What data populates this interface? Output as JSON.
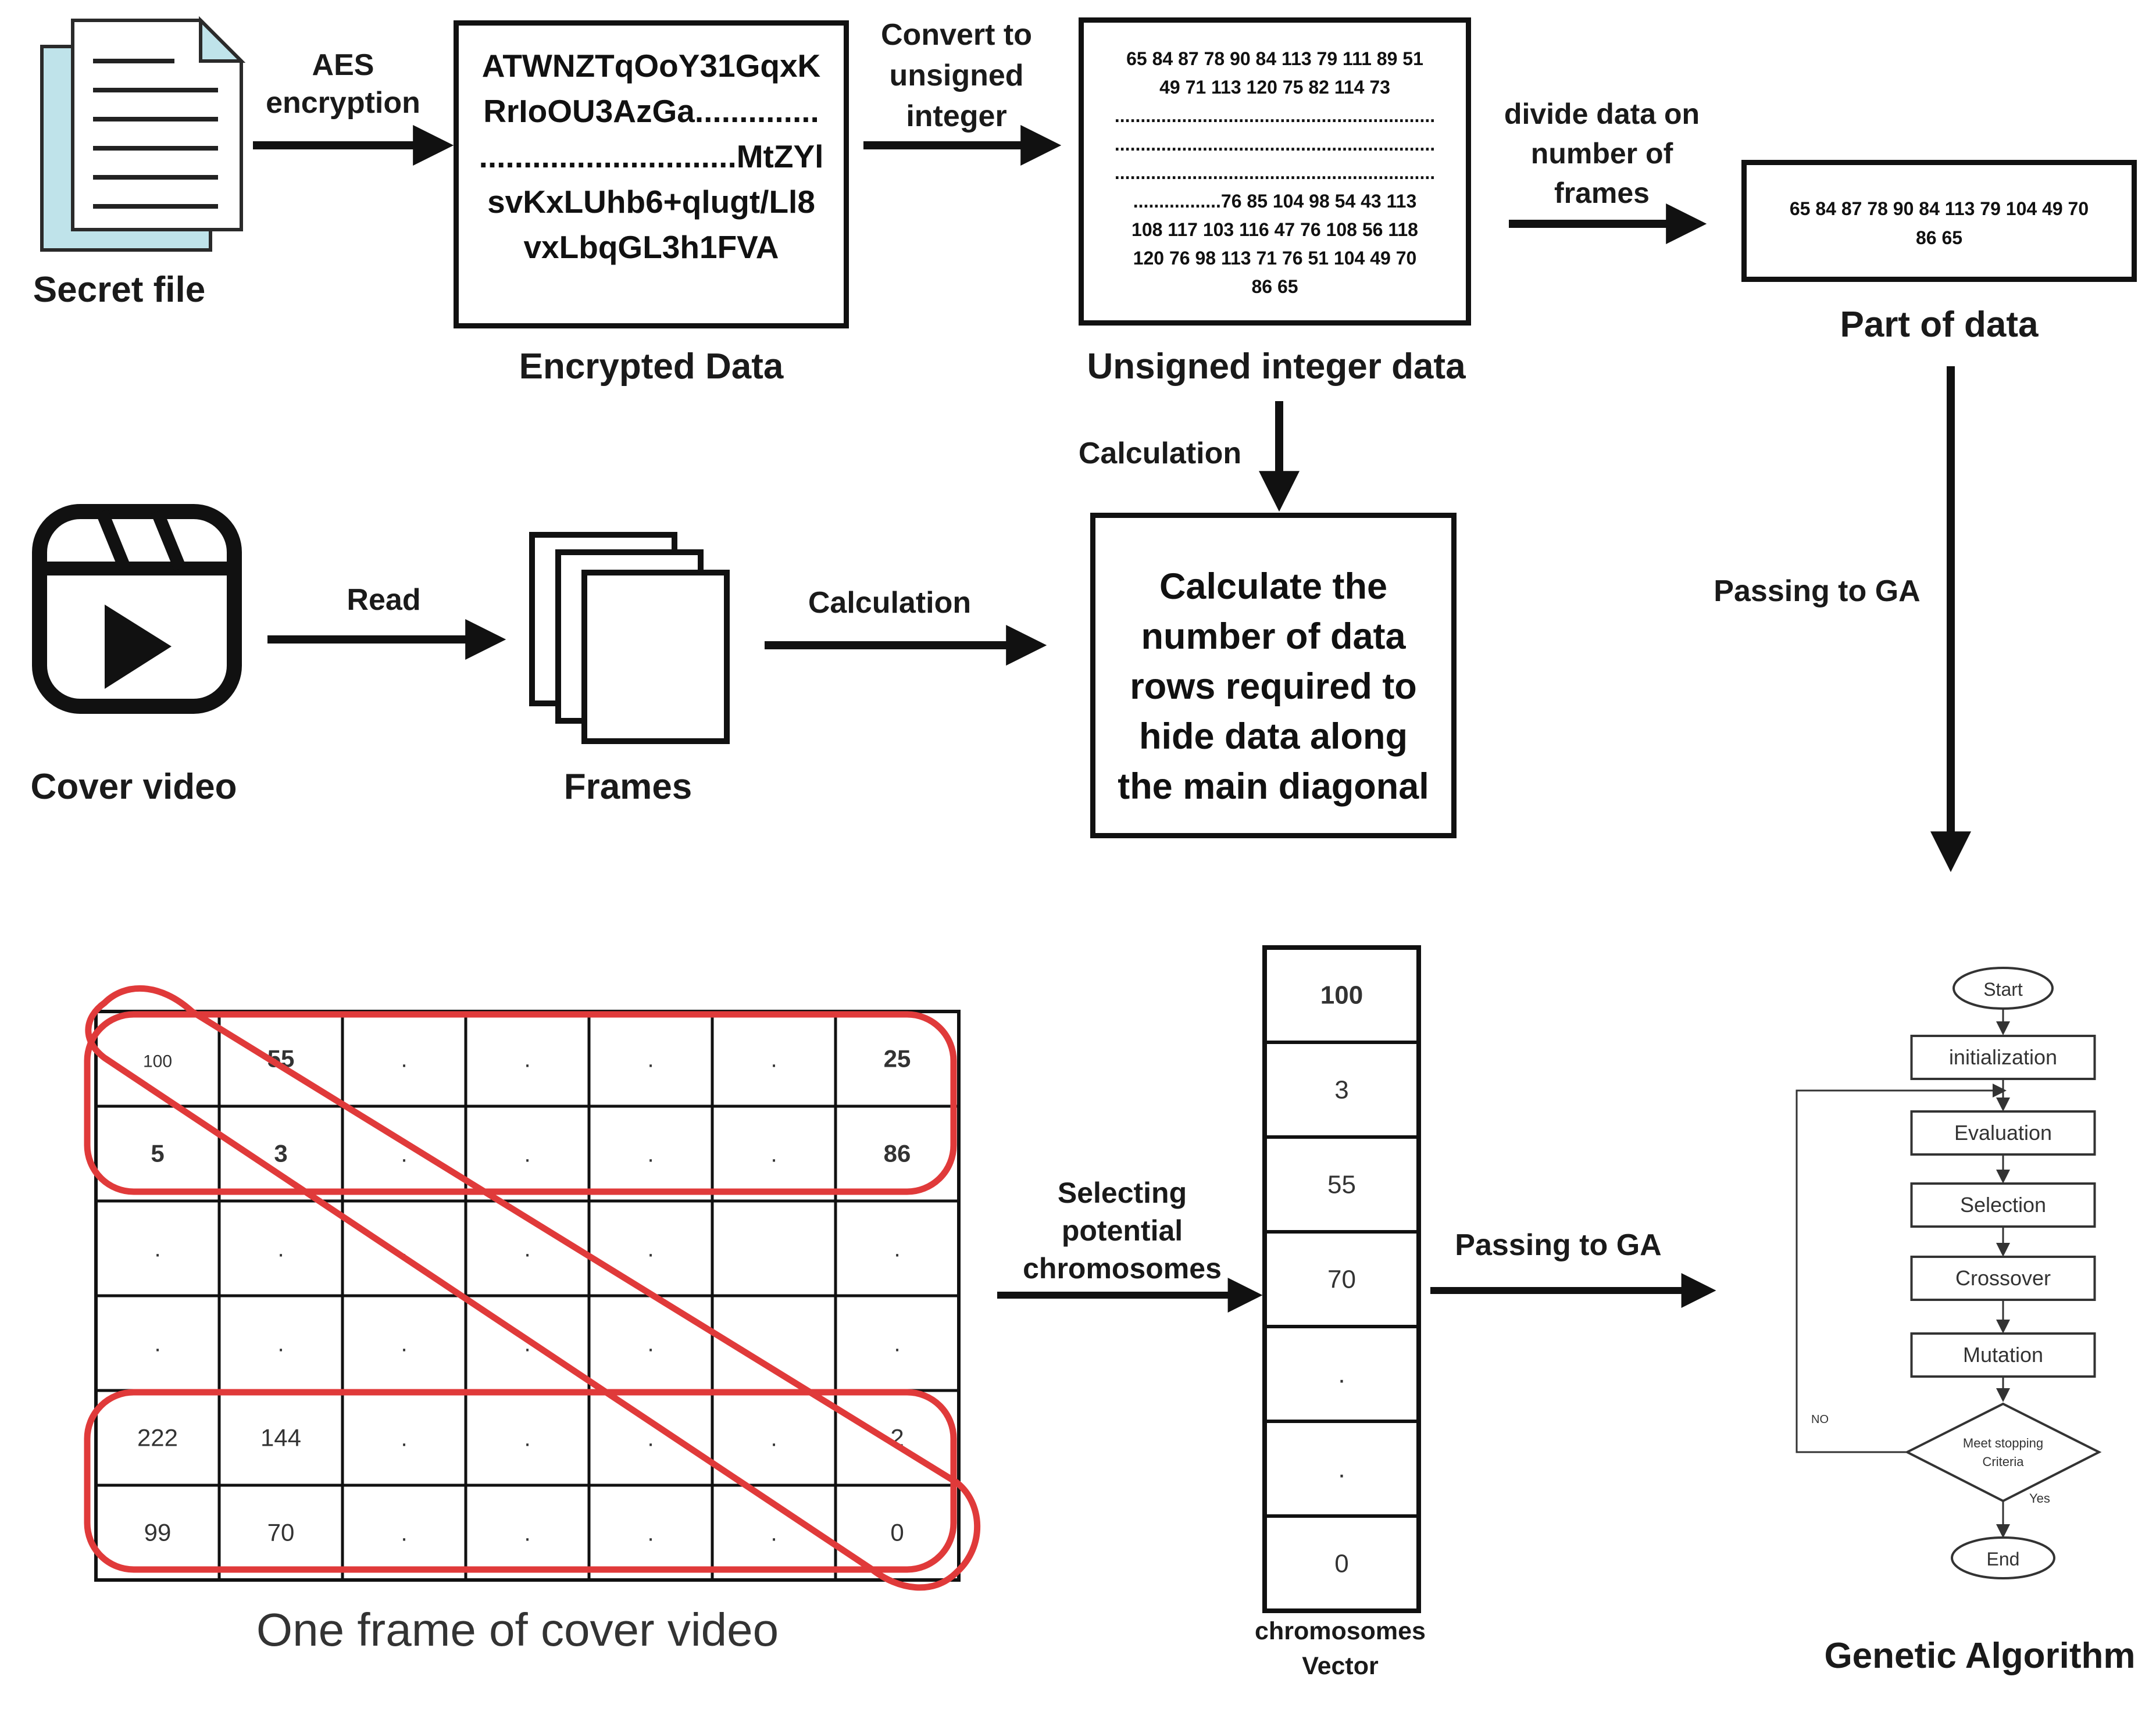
{
  "labels": {
    "secret_file": "Secret file",
    "aes_encryption": "AES encryption",
    "encrypted_data": "Encrypted Data",
    "convert_to_unsigned": "Convert to unsigned integer",
    "unsigned_integer_data": "Unsigned integer data",
    "divide_data": "divide data on number of frames",
    "part_of_data": "Part of data",
    "calculation_top": "Calculation",
    "cover_video": "Cover video",
    "read": "Read",
    "frames": "Frames",
    "calculation_mid": "Calculation",
    "calc_box": "Calculate the number of data rows required to hide data along the main diagonal",
    "passing_to_ga_right": "Passing to GA",
    "selecting_chromosomes": "Selecting potential chromosomes",
    "passing_to_ga_bottom": "Passing to GA",
    "frame_caption": "One frame of cover video",
    "chromosomes_vector_line1": "chromosomes",
    "chromosomes_vector_line2": "Vector",
    "genetic_algorithm": "Genetic Algorithm"
  },
  "encrypted_lines": [
    "ATWNZTqOoY31GqxK",
    "RrIoOU3AzGa..............",
    ".............................MtZYl",
    "svKxLUhb6+qlugt/Ll8",
    "vxLbqGL3h1FVA"
  ],
  "unsigned_lines": [
    "65 84 87 78 90 84 113 79 111 89 51",
    "49 71 113 120 75 82 114 73",
    "..............................................................",
    "..............................................................",
    "..............................................................",
    ".................76 85 104 98 54 43 113",
    "108 117 103 116 47 76 108 56 118",
    "120 76 98 113 71 76 51 104 49 70",
    "86 65"
  ],
  "part_of_data_lines": [
    "65 84 87 78 90 84 113 79 104 49 70",
    "86 65"
  ],
  "frame_grid": [
    [
      "100",
      "55",
      ".",
      ".",
      ".",
      ".",
      "25"
    ],
    [
      "5",
      "3",
      ".",
      ".",
      ".",
      ".",
      "86"
    ],
    [
      ".",
      ".",
      ".",
      ".",
      ".",
      "",
      "."
    ],
    [
      ".",
      ".",
      ".",
      ".",
      ".",
      "",
      "."
    ],
    [
      "222",
      "144",
      ".",
      ".",
      ".",
      ".",
      "2"
    ],
    [
      "99",
      "70",
      ".",
      ".",
      ".",
      ".",
      "0"
    ]
  ],
  "chromosome_vector": [
    "100",
    "3",
    "55",
    "70",
    ".",
    ".",
    "0"
  ],
  "ga_flow": {
    "start": "Start",
    "steps": [
      "initialization",
      "Evaluation",
      "Selection",
      "Crossover",
      "Mutation"
    ],
    "decision": "Meet stopping Criteria",
    "no": "NO",
    "yes": "Yes",
    "end": "End"
  },
  "colors": {
    "highlight": "#e03a3a",
    "document_back": "#bfe3ea",
    "ink": "#111111"
  },
  "icons": {
    "secret_file": "document-icon",
    "cover_video": "video-clapper-icon",
    "frames": "stacked-frames-icon"
  }
}
